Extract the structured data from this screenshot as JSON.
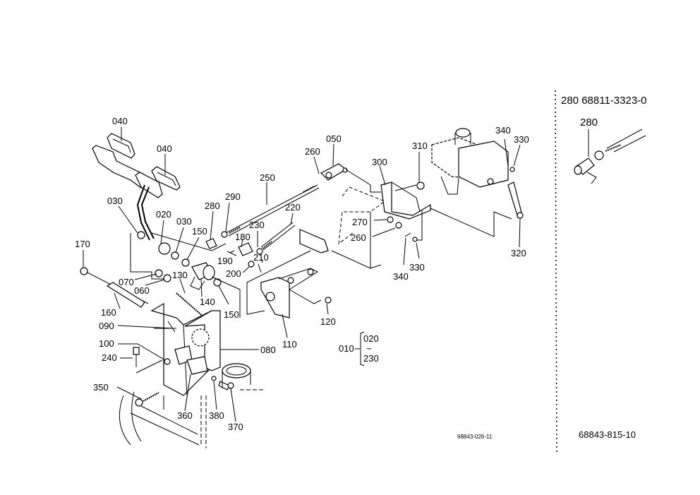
{
  "diagram": {
    "title": "Brake pedal / control linkage exploded parts diagram",
    "drawing_number": "68843-026-11",
    "page_code": "68843-815-10",
    "inset": {
      "header": "280 68811-3323-0",
      "callout": "280"
    },
    "assembly_bracket": {
      "parent": "010",
      "range_from": "020",
      "range_sep": "~",
      "range_to": "230"
    },
    "callouts": {
      "c040a": "040",
      "c040b": "040",
      "c030a": "030",
      "c020": "020",
      "c030b": "030",
      "c150a": "150",
      "c280": "280",
      "c290": "290",
      "c250": "250",
      "c260a": "260",
      "c050": "050",
      "c300": "300",
      "c310": "310",
      "c340a": "340",
      "c330a": "330",
      "c170": "170",
      "c070": "070",
      "c060": "060",
      "c130": "130",
      "c140": "140",
      "c150b": "150",
      "c180": "180",
      "c190": "190",
      "c200": "200",
      "c210": "210",
      "c220": "220",
      "c230": "230",
      "c270": "270",
      "c260b": "260",
      "c340b": "340",
      "c330b": "330",
      "c320": "320",
      "c160": "160",
      "c090": "090",
      "c100": "100",
      "c240": "240",
      "c080": "080",
      "c110": "110",
      "c120": "120",
      "c350": "350",
      "c360": "360",
      "c380": "380",
      "c370": "370"
    }
  }
}
